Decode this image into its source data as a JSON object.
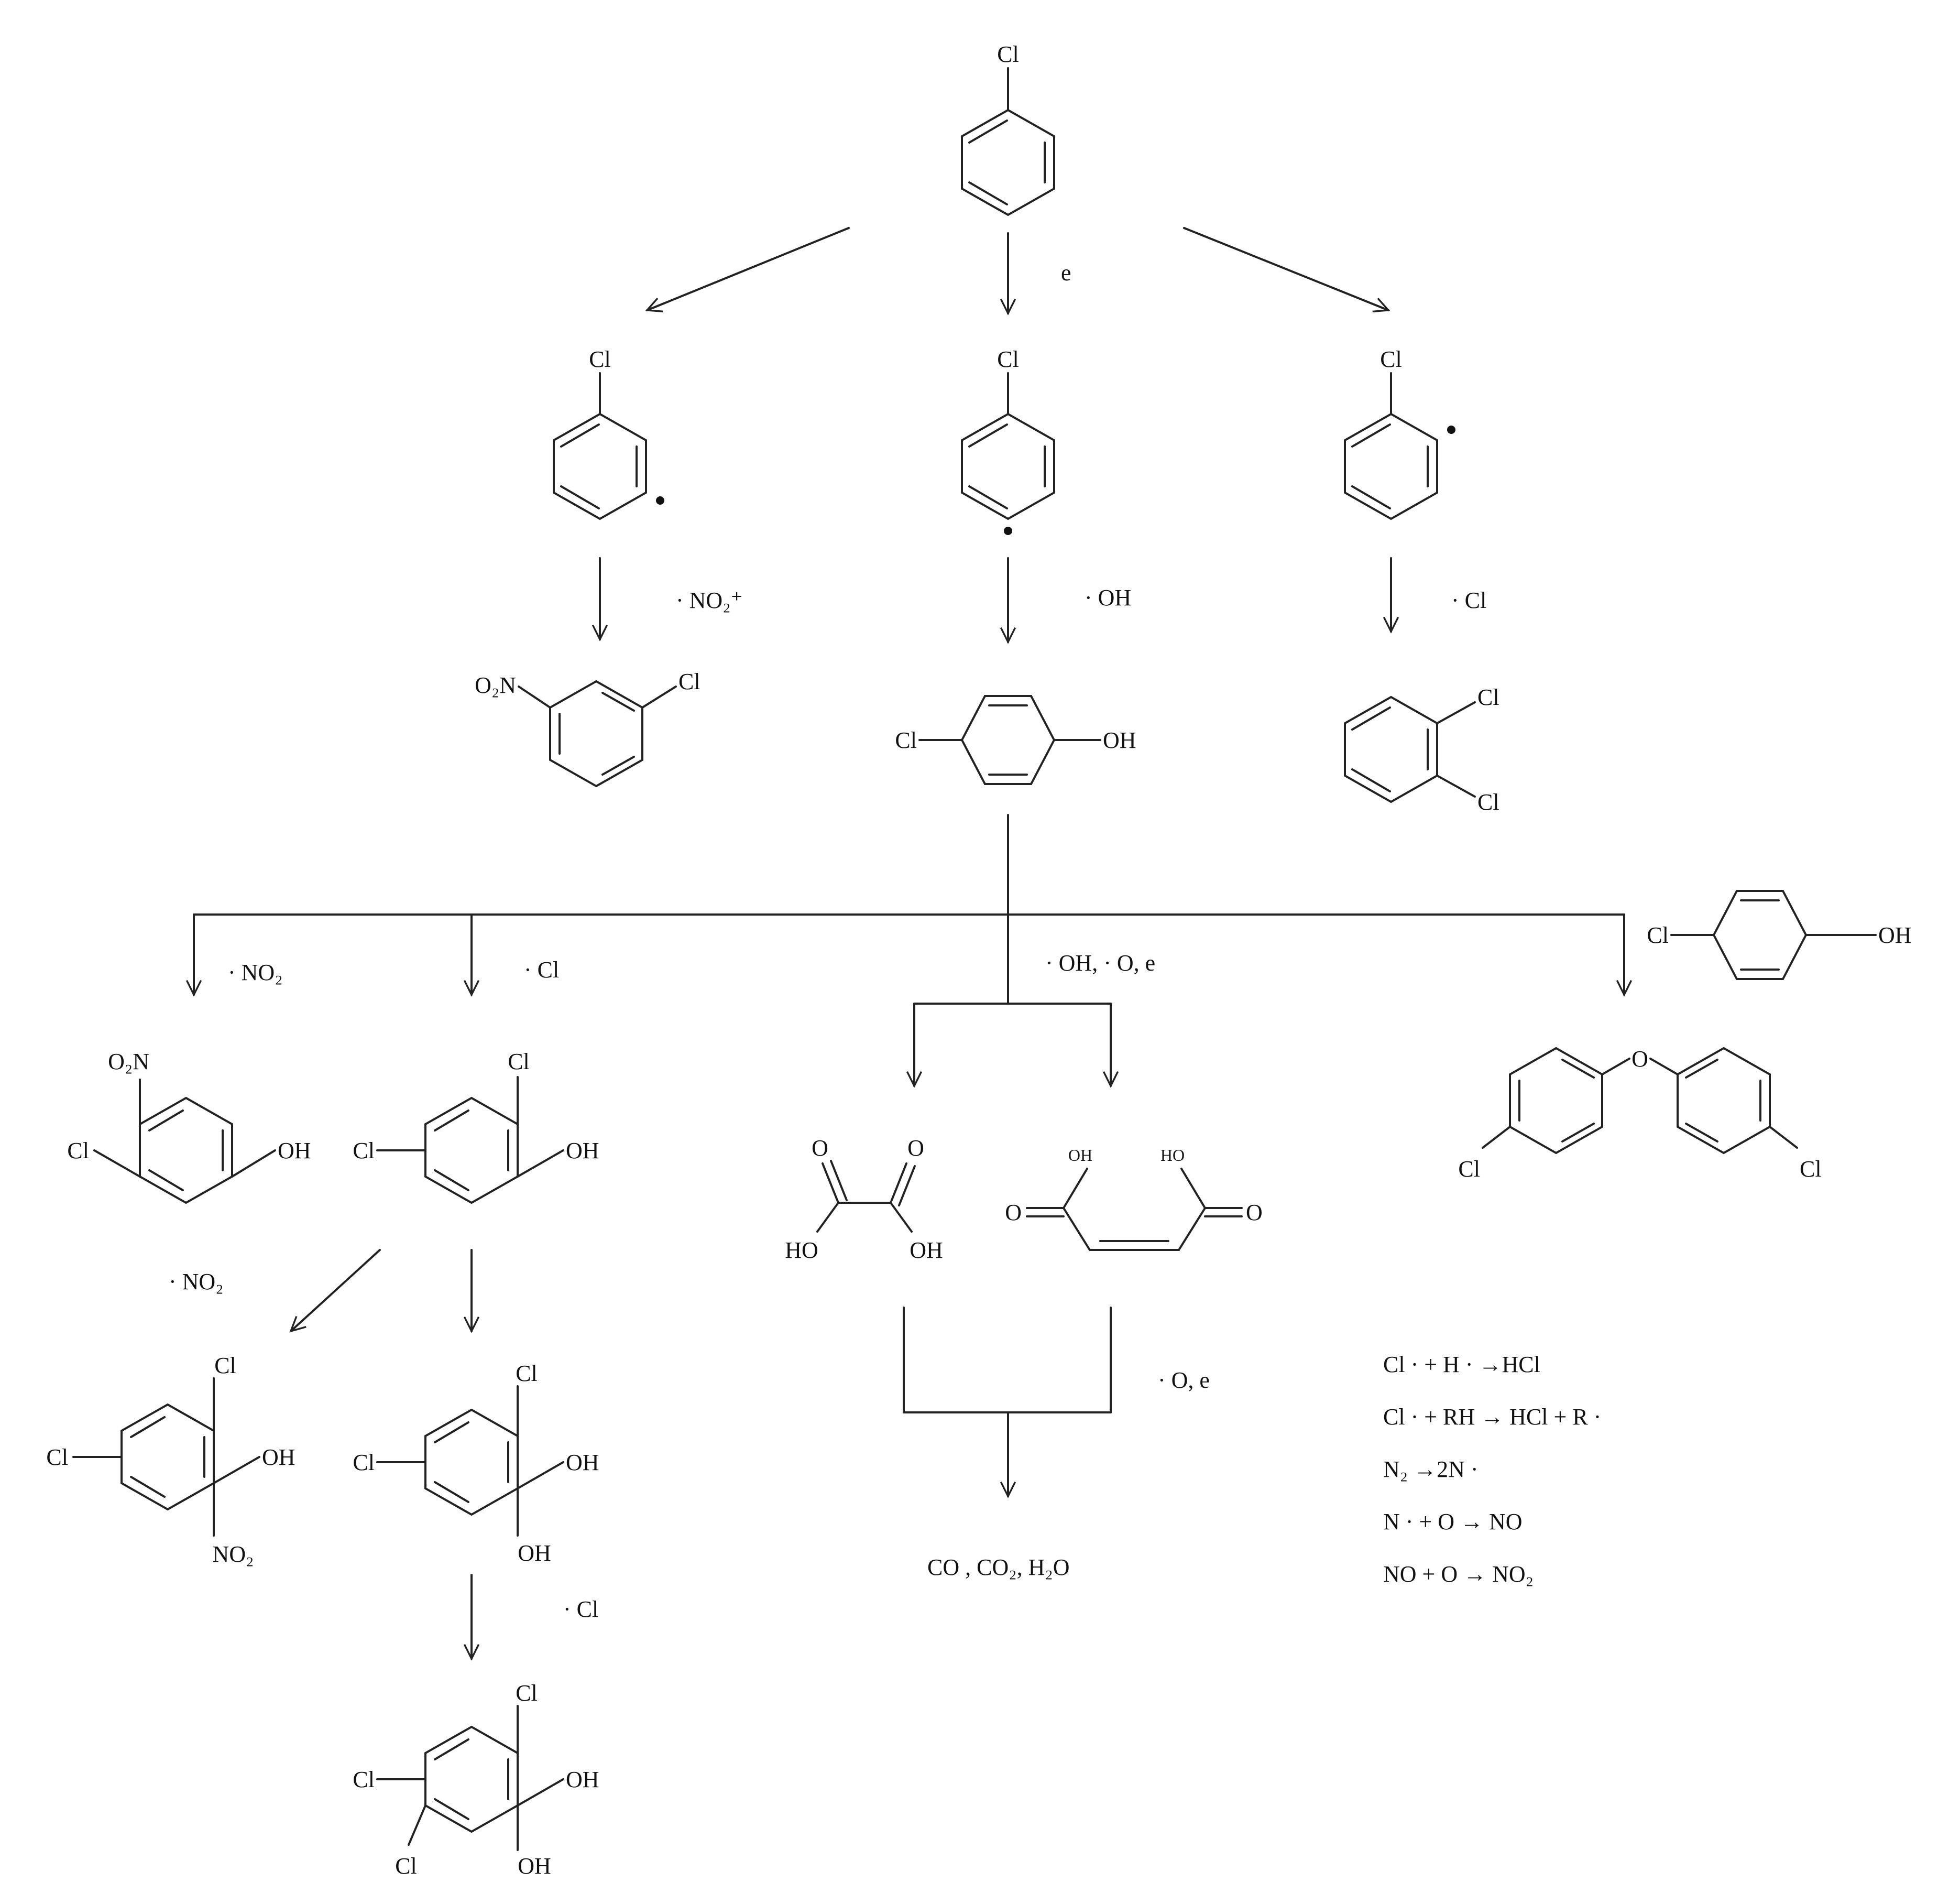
{
  "molecules": {
    "chlorobenzene": {
      "cl": "Cl"
    },
    "radical_meta": {
      "cl": "Cl"
    },
    "radical_para": {
      "cl": "Cl"
    },
    "radical_ortho": {
      "cl": "Cl"
    },
    "nitrochlorobenzene": {
      "no2": "O₂N",
      "cl": "Cl"
    },
    "chlorophenol": {
      "cl": "Cl",
      "oh": "OH"
    },
    "dichlorobenzene": {
      "cl1": "Cl",
      "cl2": "Cl"
    },
    "chlorophenol_ref": {
      "cl": "Cl",
      "oh": "OH"
    },
    "nitrochlorophenol": {
      "no2": "O₂N",
      "cl": "Cl",
      "oh": "OH"
    },
    "dichlorophenol": {
      "cl1": "Cl",
      "cl2": "Cl",
      "oh": "OH"
    },
    "oxalic_acid": {
      "o1": "O",
      "o2": "O",
      "oh1": "HO",
      "oh2": "OH"
    },
    "maleic_acid": {
      "oh1": "OH",
      "oh2": "HO",
      "o1": "O",
      "o2": "O"
    },
    "dichlorodiphenyl_ether": {
      "o": "O",
      "cl1": "Cl",
      "cl2": "Cl"
    },
    "trichloronitrophenol": {
      "cl1": "Cl",
      "cl2": "Cl",
      "oh": "OH",
      "no2": "NO₂"
    },
    "dichlorocatechol": {
      "cl1": "Cl",
      "cl2": "Cl",
      "oh1": "OH",
      "oh2": "OH"
    },
    "trichlorocatechol": {
      "cl1": "Cl",
      "cl2": "Cl",
      "cl3": "Cl",
      "oh1": "OH",
      "oh2": "OH"
    }
  },
  "reagents": {
    "e": "e",
    "no2_plus": "· NO₂⁺",
    "oh": "· OH",
    "cl_top": "· Cl",
    "no2_a": "· NO₂",
    "cl_a": "· Cl",
    "oh_o_e": "· OH, · O, e",
    "no2_b": "· NO₂",
    "o_e": "· O, e",
    "cl_b": "· Cl"
  },
  "products": "CO , CO₂, H₂O",
  "equations": [
    "Cl · + H · →HCl",
    "Cl · + RH → HCl + R ·",
    "N₂ →2N ·",
    "N · + O → NO",
    "NO + O → NO₂"
  ]
}
